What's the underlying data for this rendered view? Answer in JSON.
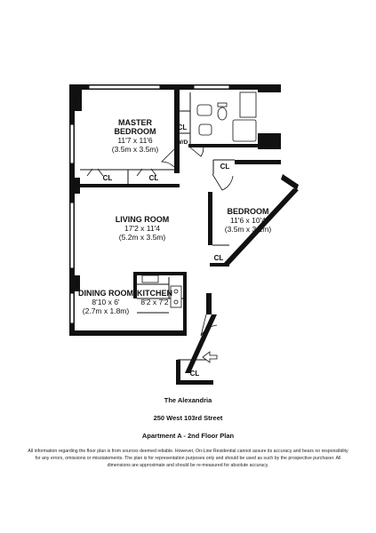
{
  "rooms": {
    "master_bedroom": {
      "name_line1": "MASTER",
      "name_line2": "BEDROOM",
      "dims": "11'7 x 11'6",
      "metric": "(3.5m x 3.5m)"
    },
    "bedroom": {
      "name": "BEDROOM",
      "dims": "11'6 x 10'4",
      "metric": "(3.5m x 3.1m)"
    },
    "living_room": {
      "name": "LIVING ROOM",
      "dims": "17'2 x 11'4",
      "metric": "(5.2m x 3.5m)"
    },
    "dining_room": {
      "name": "DINING ROOM",
      "dims": "8'10 x 6'",
      "metric": "(2.7m x 1.8m)"
    },
    "kitchen": {
      "name": "KITCHEN",
      "dims": "8'2 x 7'2"
    }
  },
  "closets": {
    "master_cl": "CL",
    "wic": "W/D",
    "bath_cl": "CL",
    "bedroom_cl": "CL",
    "hall_cl_left": "CL",
    "hall_cl_right": "CL",
    "entry_cl": "CL"
  },
  "caption": {
    "building": "The Alexandria",
    "address": "250 West 103rd Street",
    "unit": "Apartment A - 2nd Floor Plan"
  },
  "disclaimer": "All information regarding the floor plan is from sources deemed reliable. However, On-Line Residential cannot assure its accuracy and bears no responsibility for any errors, omissions or misstatements. The plan is for representation purposes only and should be used as such by the prospective purchaser. All dimensions are approximate and should be re-measured for absolute accuracy.",
  "colors": {
    "wall": "#111111",
    "paper": "#ffffff"
  }
}
